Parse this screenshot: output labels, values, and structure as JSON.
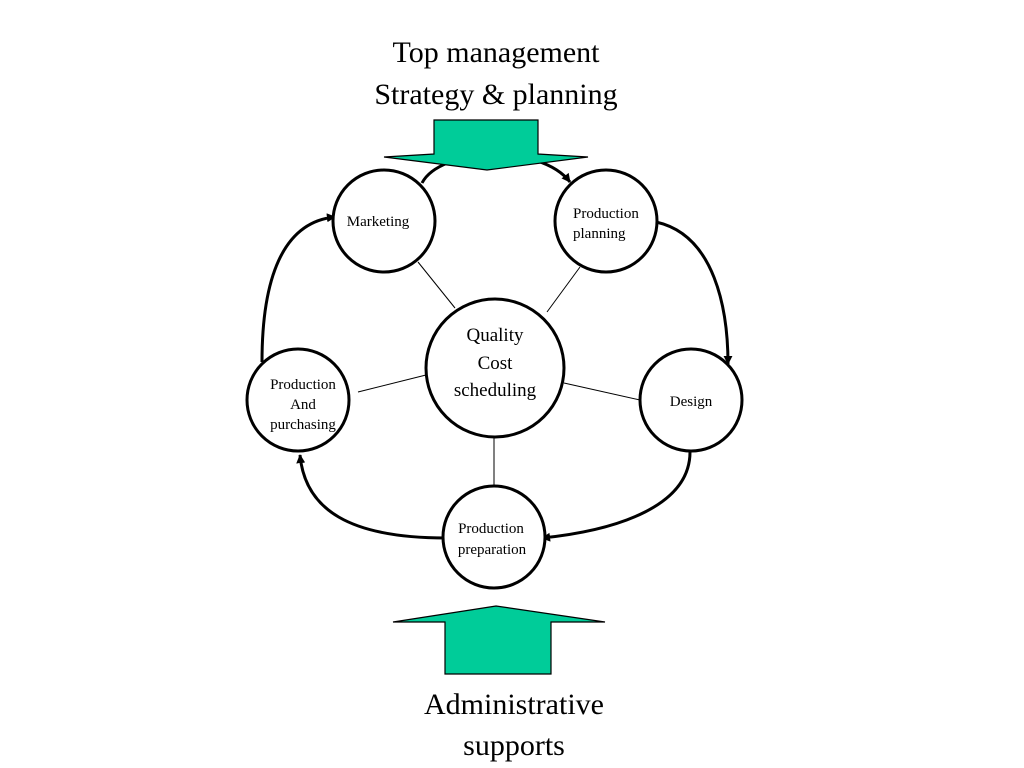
{
  "diagram": {
    "top": {
      "line1": "Top management",
      "line2": "Strategy & planning"
    },
    "bottom": {
      "line1": "Administrative",
      "line2": "supports"
    },
    "center": {
      "line1": "Quality",
      "line2": "Cost",
      "line3": "scheduling"
    },
    "nodes": {
      "marketing": {
        "line1": "Marketing"
      },
      "production_planning": {
        "line1": "Production",
        "line2": "planning"
      },
      "design": {
        "line1": "Design"
      },
      "production_preparation": {
        "line1": "Production",
        "line2": "preparation"
      },
      "production_purchasing": {
        "line1": "Production",
        "line2": "And",
        "line3": "purchasing"
      }
    },
    "colors": {
      "arrow_fill": "#00cc99",
      "stroke": "#000000"
    }
  }
}
